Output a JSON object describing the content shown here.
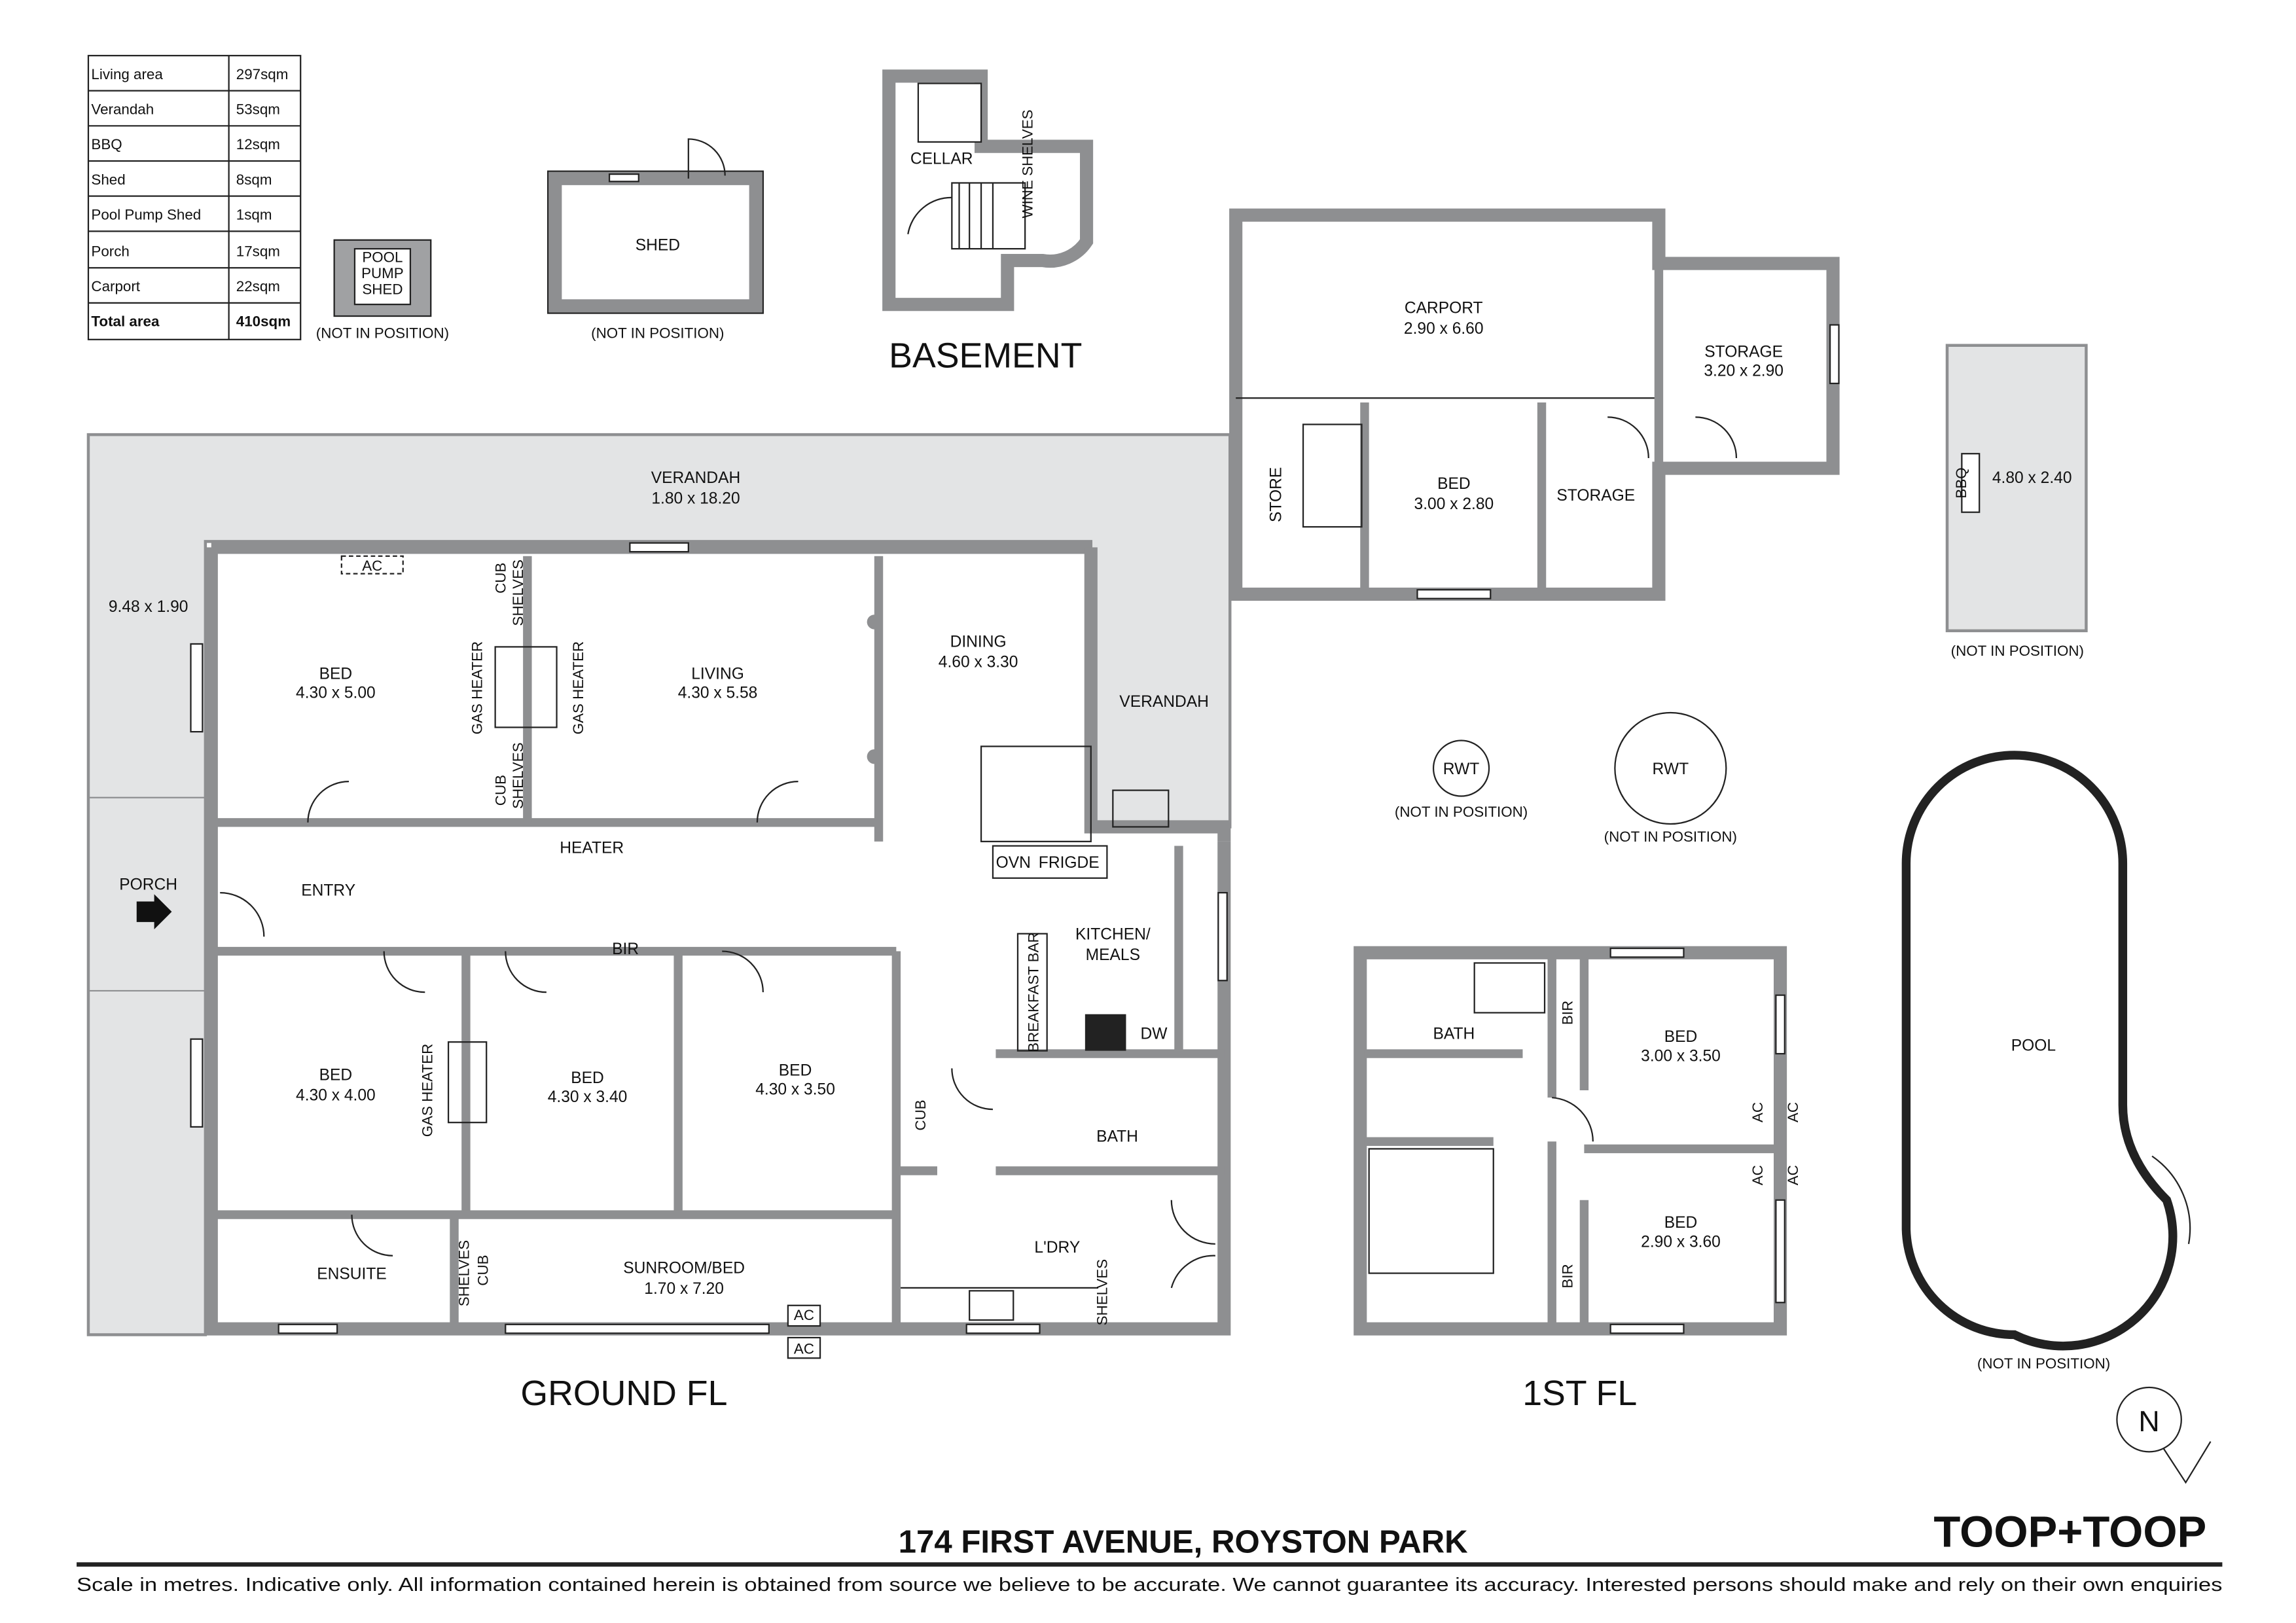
{
  "area_table": {
    "rows": [
      {
        "label": "Living area",
        "value": "297sqm"
      },
      {
        "label": "Verandah",
        "value": "53sqm"
      },
      {
        "label": "BBQ",
        "value": "12sqm"
      },
      {
        "label": "Shed",
        "value": "8sqm"
      },
      {
        "label": "Pool Pump Shed",
        "value": "1sqm"
      },
      {
        "label": "Porch",
        "value": "17sqm"
      },
      {
        "label": "Carport",
        "value": "22sqm"
      }
    ],
    "total": {
      "label": "Total area",
      "value": "410sqm"
    }
  },
  "outbuildings": {
    "pool_pump_shed": [
      "POOL",
      "PUMP",
      "SHED"
    ],
    "shed": "SHED",
    "not_in_position": "(NOT IN POSITION)",
    "cellar": "CELLAR",
    "wine_shelves": "WINE SHELVES",
    "basement_title": "BASEMENT",
    "bbq": "BBQ",
    "bbq_size": "4.80 x 2.40",
    "rwt": "RWT",
    "pool": "POOL"
  },
  "ground_floor": {
    "title": "GROUND FL",
    "verandah": {
      "name": "VERANDAH",
      "size": "1.80 x 18.20"
    },
    "verandah_side": "9.48 x 1.90",
    "verandah_right": "VERANDAH",
    "porch": "PORCH",
    "entry": "ENTRY",
    "heater": "HEATER",
    "ac": "AC",
    "cub": "CUB",
    "shelves": "SHELVES",
    "gas_heater": "GAS HEATER",
    "bir": "BIR",
    "bed1": {
      "name": "BED",
      "size": "4.30 x 5.00"
    },
    "living": {
      "name": "LIVING",
      "size": "4.30 x 5.58"
    },
    "dining": {
      "name": "DINING",
      "size": "4.60 x 3.30"
    },
    "bed2": {
      "name": "BED",
      "size": "4.30 x 4.00"
    },
    "bed3": {
      "name": "BED",
      "size": "4.30 x 3.40"
    },
    "bed4": {
      "name": "BED",
      "size": "4.30 x 3.50"
    },
    "sunroom": {
      "name": "SUNROOM/BED",
      "size": "1.70 x 7.20"
    },
    "ensuite": "ENSUITE",
    "kitchen": [
      "KITCHEN/",
      "MEALS"
    ],
    "ovn": "OVN",
    "fridge": "FRIGDE",
    "breakfast_bar": "BREAKFAST BAR",
    "dw": "DW",
    "bath": "BATH",
    "laundry": "L'DRY",
    "carport": {
      "name": "CARPORT",
      "size": "2.90 x 6.60"
    },
    "storage1": {
      "name": "STORAGE",
      "size": "3.20 x 2.90"
    },
    "store": "STORE",
    "bed5": {
      "name": "BED",
      "size": "3.00 x 2.80"
    },
    "storage2": "STORAGE"
  },
  "first_floor": {
    "title": "1ST FL",
    "bath": "BATH",
    "bir": "BIR",
    "ac": "AC",
    "bed1": {
      "name": "BED",
      "size": "3.00 x 3.50"
    },
    "bed2": {
      "name": "BED",
      "size": "2.90 x 3.60"
    }
  },
  "compass": "N",
  "footer": {
    "address": "174 FIRST AVENUE, ROYSTON PARK",
    "brand": "TOOP+TOOP",
    "disclaimer": "Scale in metres. Indicative only. All information contained herein is obtained from source we believe to be accurate. We cannot guarantee its accuracy. Interested persons should make and rely on their own enquiries"
  }
}
